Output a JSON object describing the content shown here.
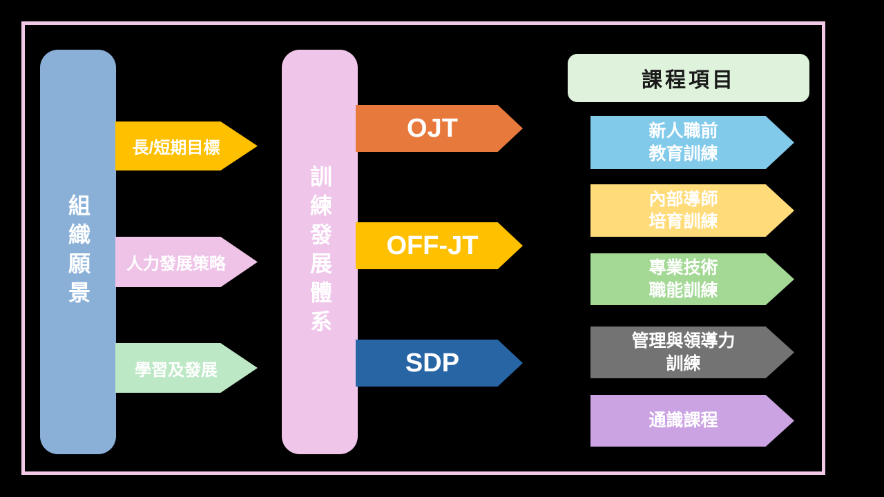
{
  "colors": {
    "background": "#000000",
    "frame_border": "#F3C9E8",
    "vision_bar": "#8AB0D8",
    "training_bar": "#EFC6EA",
    "course_header_bg": "#DFF3DC",
    "course_header_text": "#1A1A1A",
    "arrow_text": "#FFFFFF"
  },
  "vision_bar": {
    "label": "組織願景"
  },
  "training_bar": {
    "label": "訓練發展體系"
  },
  "course_header": {
    "label": "課程項目"
  },
  "left_arrows": [
    {
      "label": "長/短期目標",
      "color": "#FFC000"
    },
    {
      "label": "人力發展策略",
      "color": "#EFC3E7"
    },
    {
      "label": "學習及發展",
      "color": "#BDE8C6"
    }
  ],
  "mid_arrows": [
    {
      "label": "OJT",
      "color": "#E8793C"
    },
    {
      "label": "OFF-JT",
      "color": "#FFC000"
    },
    {
      "label": "SDP",
      "color": "#2765A5"
    }
  ],
  "right_arrows": [
    {
      "lines": [
        "新人職前",
        "教育訓練"
      ],
      "color": "#82CAEA"
    },
    {
      "lines": [
        "內部導師",
        "培育訓練"
      ],
      "color": "#FFDB79"
    },
    {
      "lines": [
        "專業技術",
        "職能訓練"
      ],
      "color": "#A3D895"
    },
    {
      "lines": [
        "管理與領導力",
        "訓練"
      ],
      "color": "#737373"
    },
    {
      "lines": [
        "通識課程"
      ],
      "color": "#CBA3E3"
    }
  ]
}
